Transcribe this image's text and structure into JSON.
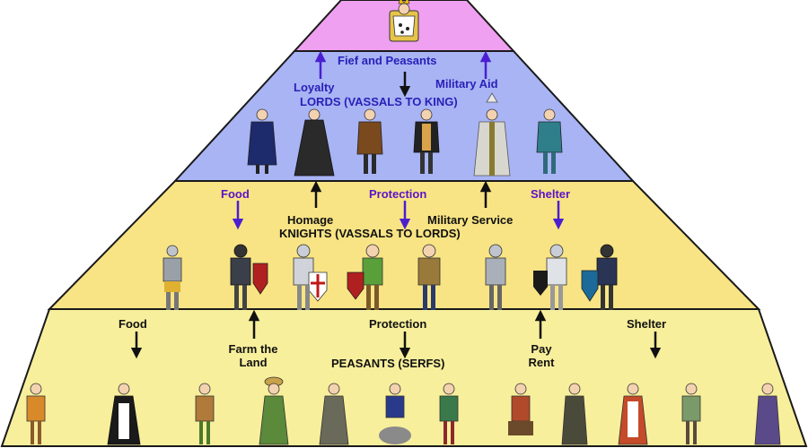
{
  "colors": {
    "tier_king": "#f0a0f0",
    "tier_lords": "#a8b4f4",
    "tier_knights": "#f8e484",
    "tier_peasants": "#f8ef9c",
    "outline": "#1a1a1a",
    "arrow_dark": "#111111",
    "arrow_purple": "#4b1fd0",
    "text_blue": "#2a1fb8",
    "text_purple": "#5b12c9"
  },
  "icons": {
    "king": "king-on-throne-icon",
    "lord": "lord-figure-icon",
    "knight": "knight-figure-icon",
    "peasant": "peasant-figure-icon"
  },
  "tier_lords": {
    "fief_and_peasants": "Fief and Peasants",
    "loyalty": "Loyalty",
    "military_aid": "Military Aid",
    "title": "LORDS (VASSALS TO KING)"
  },
  "tier_knights": {
    "food": "Food",
    "protection": "Protection",
    "shelter": "Shelter",
    "homage": "Homage",
    "military_service": "Military Service",
    "title": "KNIGHTS (VASSALS TO LORDS)"
  },
  "tier_peasants": {
    "food": "Food",
    "protection": "Protection",
    "shelter": "Shelter",
    "farm_the_land_line1": "Farm the",
    "farm_the_land_line2": "Land",
    "pay_rent_line1": "Pay",
    "pay_rent_line2": "Rent",
    "title": "PEASANTS (SERFS)"
  }
}
